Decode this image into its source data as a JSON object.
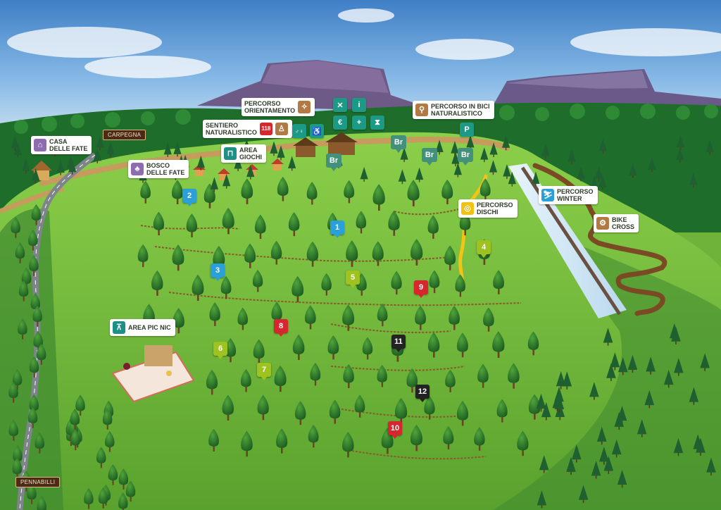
{
  "places": {
    "casa_fate": "CASA\nDELLE FATE",
    "bosco_fate": "BOSCO\nDELLE FATE",
    "area_giochi": "AREA\nGIOCHI",
    "sentiero": "SENTIERO\nNATURALISTICO",
    "sentiero_emergency": "118",
    "orientamento": "PERCORSO\nORIENTAMENTO",
    "bici": "PERCORSO IN BICI\nNATURALISTICO",
    "dischi": "PERCORSO\nDISCHI",
    "winter": "PERCORSO\nWINTER",
    "bike_cross": "BIKE\nCROSS",
    "picnic": "AREA PIC NIC"
  },
  "signs": {
    "carpegna": "CARPEGNA",
    "pennabilli": "PENNABILLI"
  },
  "markers": [
    {
      "label": "1",
      "color": "#2a9fd8"
    },
    {
      "label": "2",
      "color": "#2a9fd8"
    },
    {
      "label": "3",
      "color": "#2a9fd8"
    },
    {
      "label": "4",
      "color": "#9ec21f"
    },
    {
      "label": "5",
      "color": "#9ec21f"
    },
    {
      "label": "6",
      "color": "#9ec21f"
    },
    {
      "label": "7",
      "color": "#9ec21f"
    },
    {
      "label": "8",
      "color": "#d8262e"
    },
    {
      "label": "9",
      "color": "#d8262e"
    },
    {
      "label": "10",
      "color": "#d8262e"
    },
    {
      "label": "11",
      "color": "#222222"
    },
    {
      "label": "12",
      "color": "#222222"
    }
  ],
  "services": {
    "br": "Br",
    "parking": "P",
    "info": "i",
    "currency": "€",
    "first_aid": "+",
    "hourglass": "⧗",
    "restaurant": "✕",
    "toilets": "♂♀",
    "accessible": "♿"
  },
  "icons": {
    "casa_fate": "fairy-house-icon",
    "bosco_fate": "fairy-tree-icon",
    "area_giochi": "playground-icon",
    "sentiero": "hiker-icon",
    "orientamento": "compass-icon",
    "bici": "bicycle-icon",
    "dischi": "disc-target-icon",
    "winter": "sled-icon",
    "bike_cross": "bike-cross-icon",
    "picnic": "picnic-table-icon"
  },
  "colors": {
    "sky": "#5e9fd9",
    "grass": "#6fb33a",
    "forest": "#1f6d2a",
    "path": "#b0824a",
    "road": "#8a9096"
  }
}
